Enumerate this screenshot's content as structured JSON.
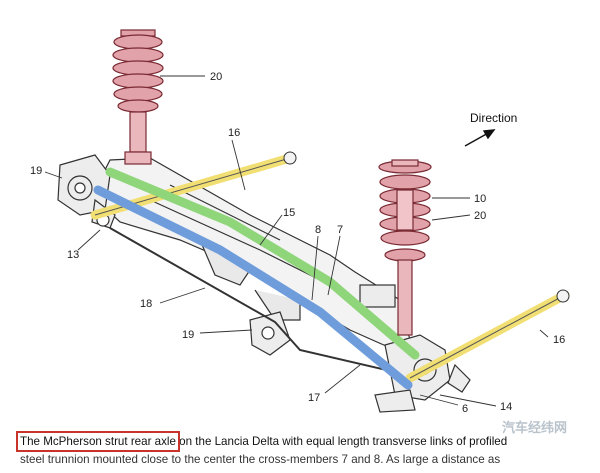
{
  "figure": {
    "direction_label": "Direction",
    "callouts": [
      "20",
      "16",
      "19",
      "15",
      "13",
      "8",
      "7",
      "10",
      "20",
      "18",
      "19",
      "17",
      "16",
      "14",
      "6"
    ],
    "watermark": "汽车经纬网",
    "colors": {
      "coil_spring": "#e2a2aa",
      "yellow_link": "#f1df73",
      "green_link": "#8fd57a",
      "blue_link": "#6f9ddb",
      "highlight_box": "#c8332b"
    }
  },
  "caption": {
    "highlight": "The McPherson strut rear axle",
    "rest": " on the Lancia Delta with equal length transverse links of profiled",
    "line2": "steel trunnion mounted close to the center the cross-members 7 and 8. As large a distance as"
  }
}
